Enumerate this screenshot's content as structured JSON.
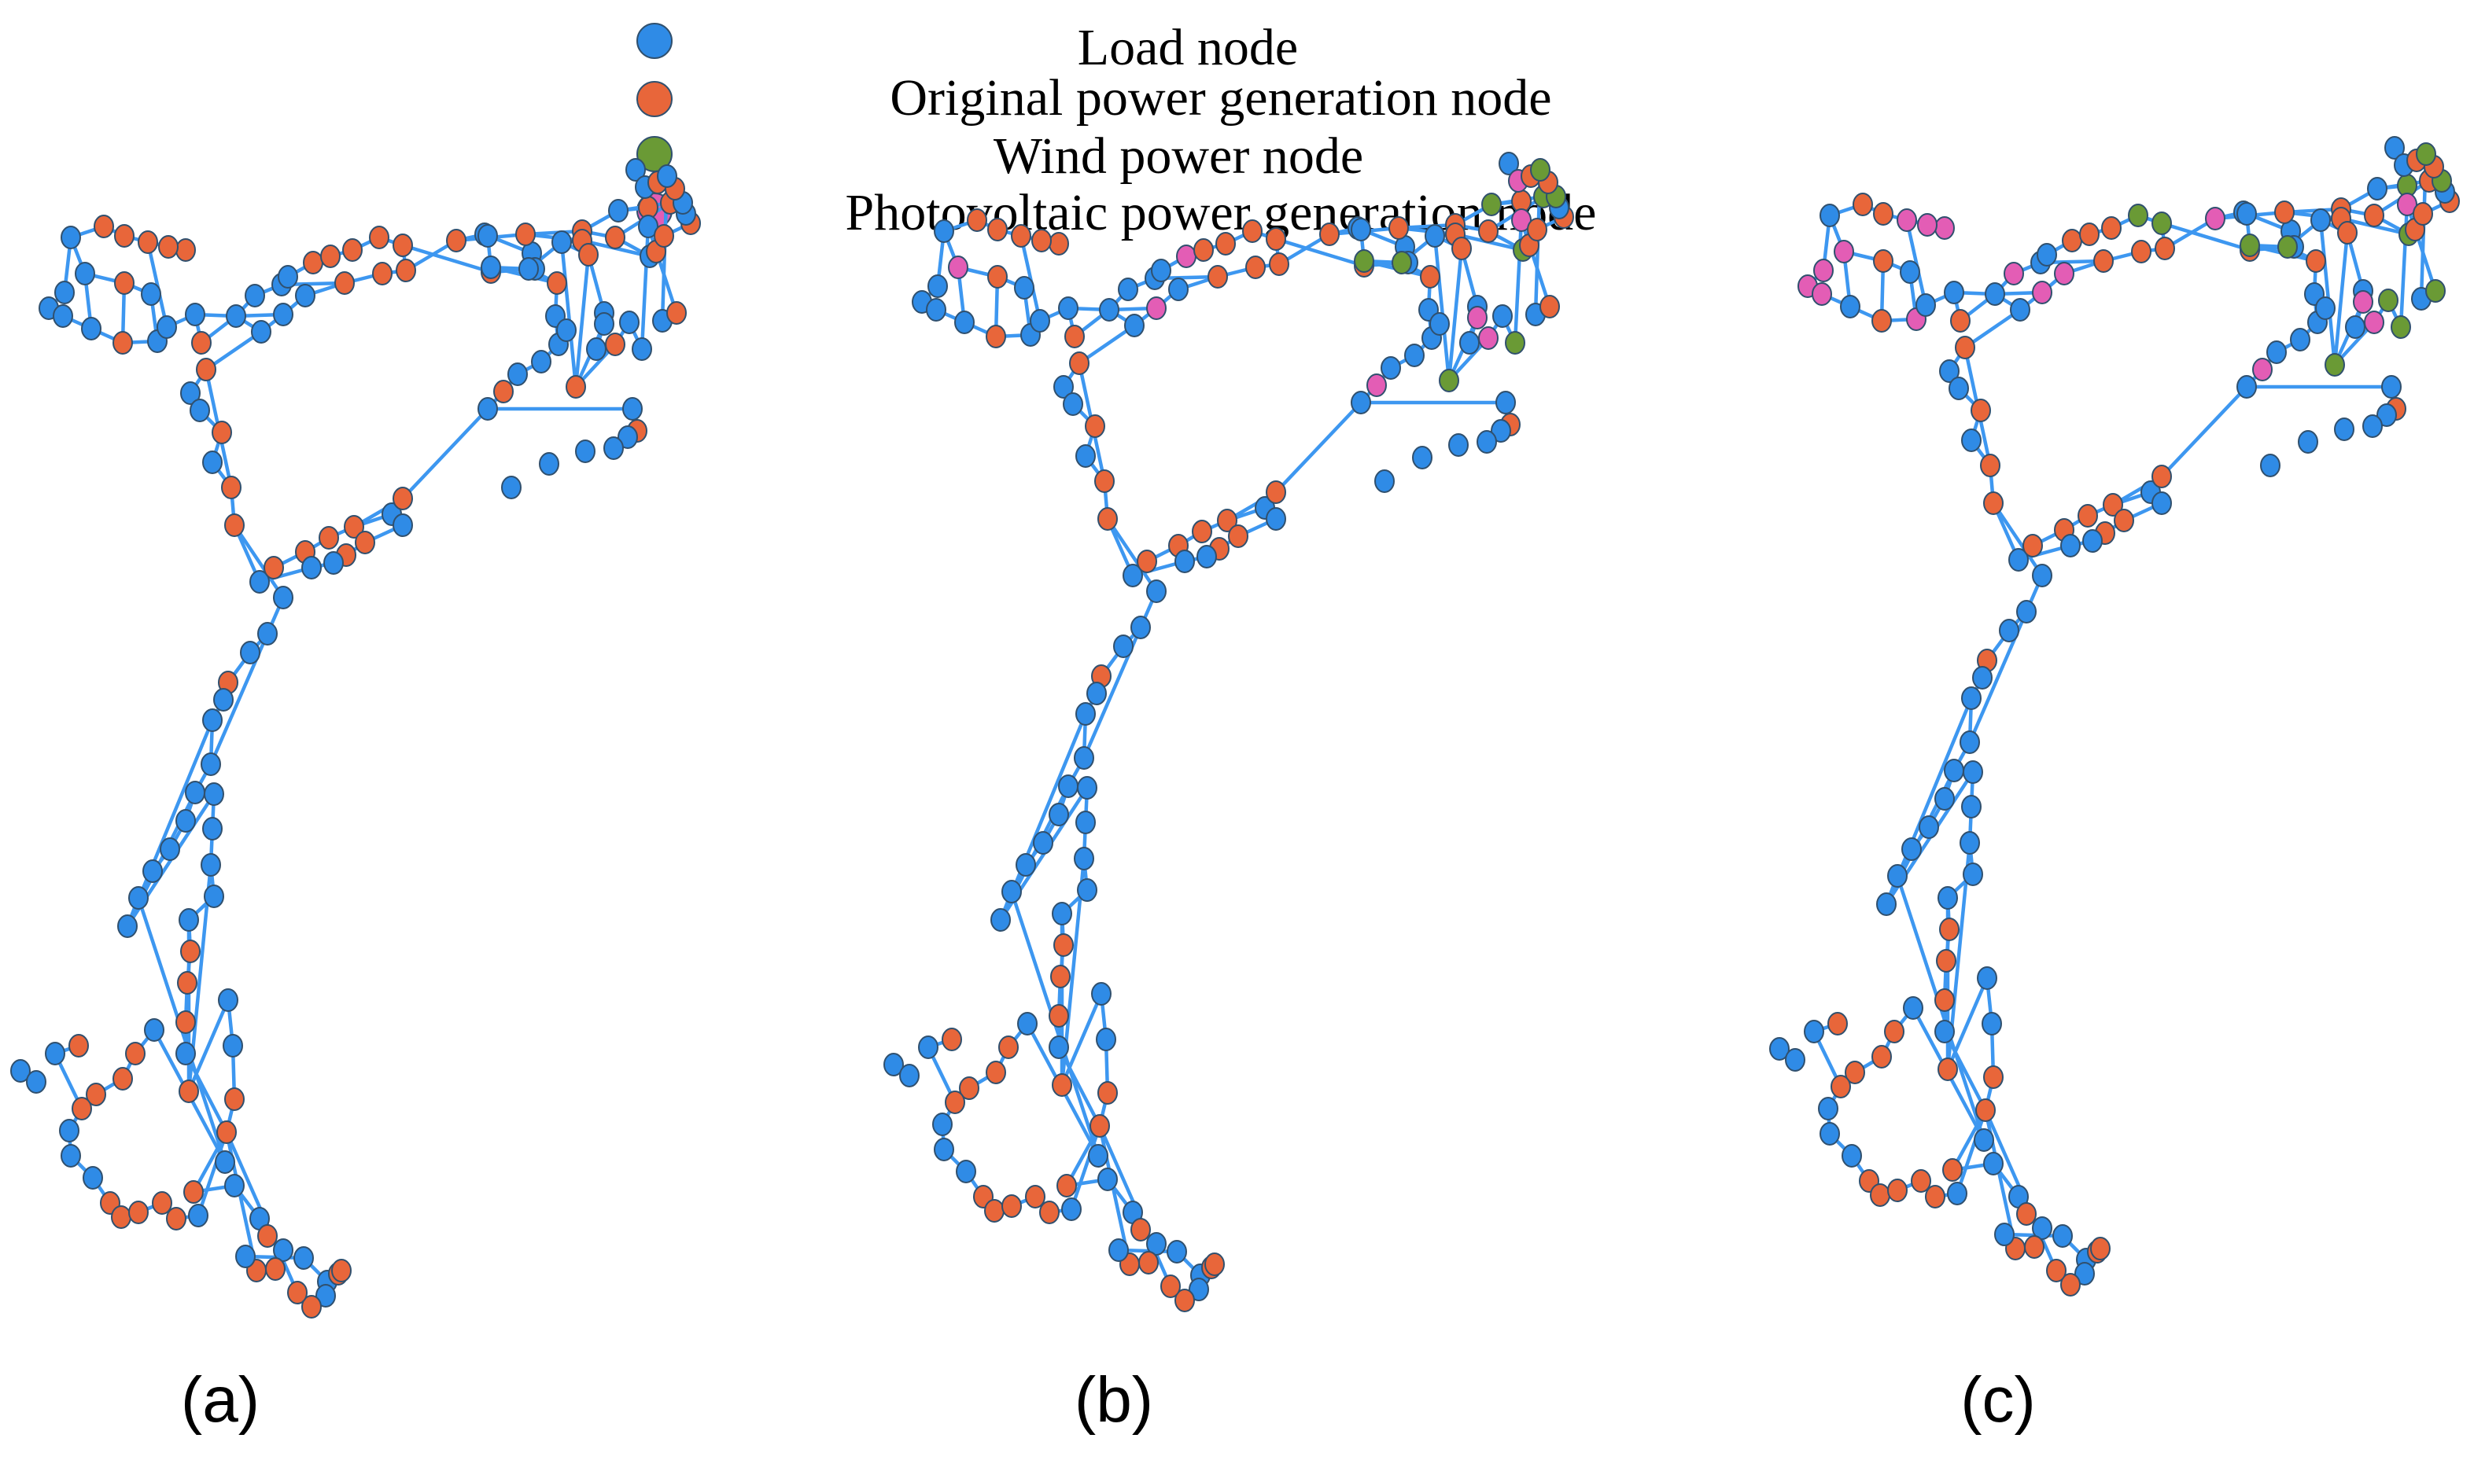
{
  "legend": {
    "items": [
      {
        "key": "load",
        "label": "Load node",
        "color": "#2f8be6"
      },
      {
        "key": "orig",
        "label": "Original power generation node",
        "color": "#e8663a"
      },
      {
        "key": "wind",
        "label": "Wind power node",
        "color": "#6a9a35"
      },
      {
        "key": "pv",
        "label": "Photovoltaic power generation node",
        "color": "#e35db5"
      }
    ]
  },
  "panels": [
    {
      "id": "a",
      "label": "(a)"
    },
    {
      "id": "b",
      "label": "(b)"
    },
    {
      "id": "c",
      "label": "(c)"
    }
  ],
  "colors": {
    "edge": "#3d97f0"
  }
}
